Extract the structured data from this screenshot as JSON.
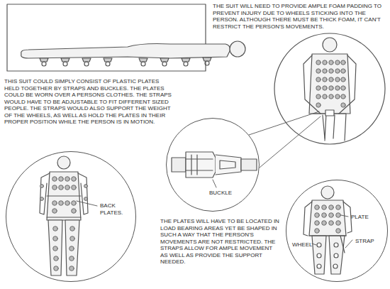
{
  "diagram": {
    "nodes": [
      {
        "text": [
          "BUCKLE"
        ]
      },
      {
        "text": [
          "BACK PLATES."
        ]
      },
      {
        "text": [
          "PLATE",
          "STRAP",
          "WHEEL"
        ]
      }
    ],
    "labels": [
      "THE SUIT WILL NEED TO PROVIDE AMPLE FOAM PADDING TO PREVENT INJURY DUE TO WHEELS STICKING INTO THE PERSON. ALTHOUGH THERE MUST BE THICK FOAM, IT CAN'T RESTRICT THE PERSON'S MOVEMENTS.",
      "THIS SUIT COULD SIMPLY CONSIST OF PLASTIC PLATES HELD TOGETHER BY STRAPS AND BUCKLES. THE PLATES COULD BE WORN OVER A PERSONS CLOTHES. THE STRAPS WOULD HAVE TO BE ADJUSTABLE TO FIT DIFFERENT SIZED PEOPLE. THE STRAPS WOULD ALSO SUPPORT THE WEIGHT OF THE WHEELS, AS WELL AS HOLD THE PLATES IN THEIR PROPER POSITION WHILE THE PERSON IS IN MOTION.",
      "THE PLATES WILL HAVE TO BE LOCATED IN LOAD BEARING AREAS YET BE SHAPED IN SUCH A WAY THAT THE PERSON'S MOVEMENTS ARE NOT RESTRICTED. THE STRAPS ALLOW FOR AMPLE MOVEMENT AS WELL AS PROVIDE THE SUPPORT NEEDED."
    ]
  }
}
